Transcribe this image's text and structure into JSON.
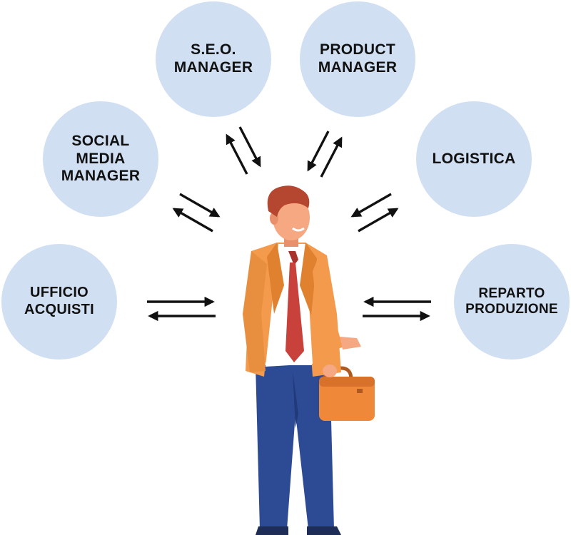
{
  "colors": {
    "circle_fill": "#d0dff2",
    "label_text": "#111111",
    "arrow": "#111111",
    "jacket": "#f39a4c",
    "trousers": "#2d4b94",
    "tie": "#c8413a",
    "hair": "#b5462f",
    "skin": "#f5a882",
    "briefcase": "#f0883a"
  },
  "roles": [
    {
      "id": "seo-manager",
      "lines": [
        "S.E.O.",
        "MANAGER"
      ]
    },
    {
      "id": "product-manager",
      "lines": [
        "PRODUCT",
        "MANAGER"
      ]
    },
    {
      "id": "social-media-manager",
      "lines": [
        "SOCIAL",
        "MEDIA",
        "MANAGER"
      ]
    },
    {
      "id": "logistica",
      "lines": [
        "LOGISTICA"
      ]
    },
    {
      "id": "ufficio-acquisti",
      "lines": [
        "UFFICIO",
        "ACQUISTI"
      ]
    },
    {
      "id": "reparto-produzione",
      "lines": [
        "REPARTO",
        "PRODUZIONE"
      ]
    }
  ],
  "figure": {
    "icon": "businessman-with-briefcase-icon"
  }
}
